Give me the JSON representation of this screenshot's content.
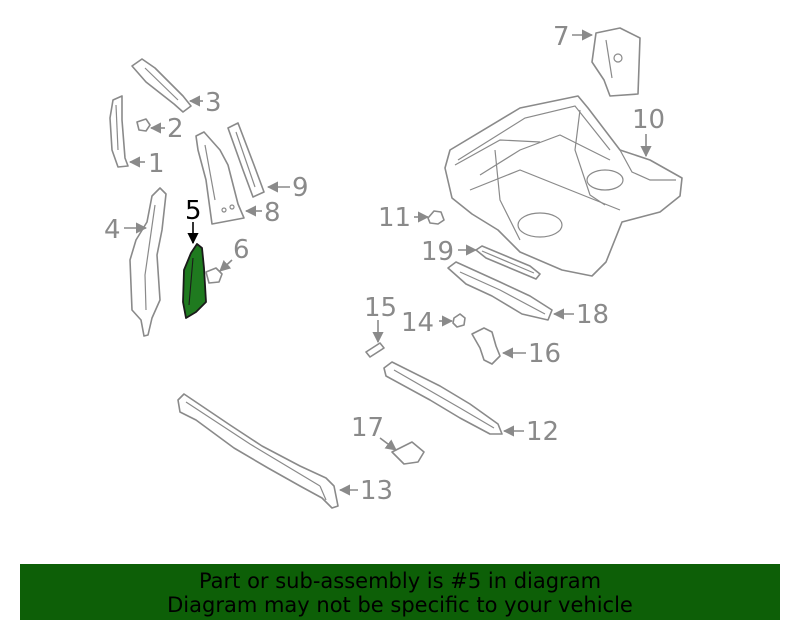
{
  "labels": {
    "p1": "1",
    "p2": "2",
    "p3": "3",
    "p4": "4",
    "p5": "5",
    "p6": "6",
    "p7": "7",
    "p8": "8",
    "p9": "9",
    "p10": "10",
    "p11": "11",
    "p12": "12",
    "p13": "13",
    "p14": "14",
    "p15": "15",
    "p16": "16",
    "p17": "17",
    "p18": "18",
    "p19": "19"
  },
  "highlight": {
    "part": "5",
    "color": "#1f7a1f"
  },
  "banner": {
    "line1": "Part or sub-assembly is #5 in diagram",
    "line2": "Diagram may not be specific to your vehicle",
    "background": "#0d5f07"
  }
}
